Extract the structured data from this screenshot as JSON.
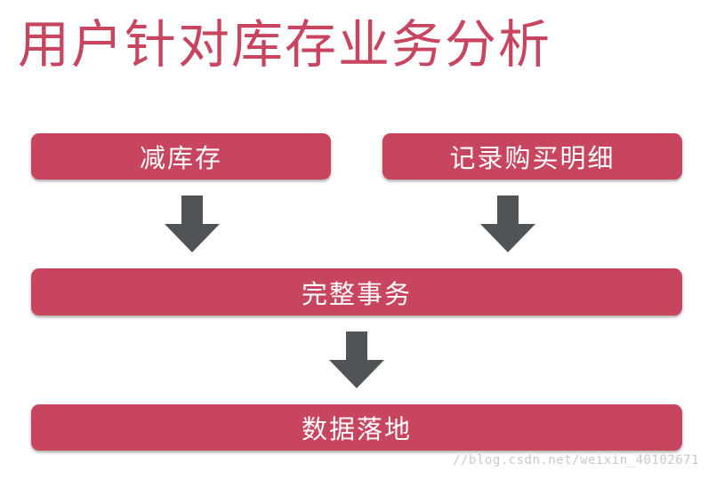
{
  "title": "用户针对库存业务分析",
  "nodes": {
    "reduce_inventory": "减库存",
    "record_details": "记录购买明细",
    "complete_transaction": "完整事务",
    "data_persistence": "数据落地"
  },
  "watermark": "//blog.csdn.net/weixin_40102671",
  "colors": {
    "accent": "#c8455f",
    "arrow": "#505456",
    "text_on_accent": "#ffffff"
  },
  "icons": {
    "arrow": "arrow-down-icon"
  }
}
